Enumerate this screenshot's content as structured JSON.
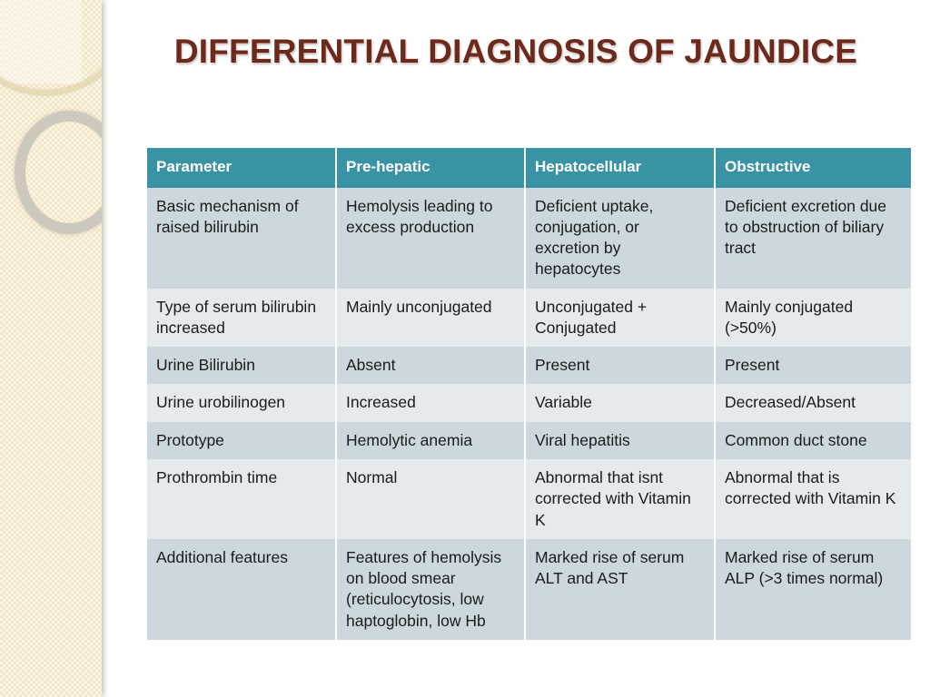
{
  "slide": {
    "title": "DIFFERENTIAL DIAGNOSIS OF JAUNDICE",
    "title_color": "#6d2a1c",
    "background_color": "#ffffff",
    "sidebar": {
      "background_color": "#f3e6c6",
      "decor": [
        {
          "name": "gold-ring",
          "color": "#e8dcb4"
        },
        {
          "name": "silver-ring",
          "color": "#c0beb6"
        }
      ]
    }
  },
  "table": {
    "header_background": "#3a93a5",
    "header_text_color": "#ffffff",
    "row_dark_background": "#ccd8dd",
    "row_light_background": "#e5eaee",
    "columns": [
      "Parameter",
      "Pre-hepatic",
      "Hepatocellular",
      "Obstructive"
    ],
    "rows": [
      {
        "parameter": "Basic mechanism of raised bilirubin",
        "pre_hepatic": "Hemolysis leading to excess production",
        "hepatocellular": "Deficient uptake, conjugation,  or excretion by hepatocytes",
        "obstructive": "Deficient excretion due to obstruction of biliary  tract"
      },
      {
        "parameter": "Type of serum bilirubin increased",
        "pre_hepatic": "Mainly unconjugated",
        "hepatocellular": "Unconjugated + Conjugated",
        "obstructive": "Mainly conjugated (>50%)"
      },
      {
        "parameter": "Urine Bilirubin",
        "pre_hepatic": "Absent",
        "hepatocellular": "Present",
        "obstructive": "Present"
      },
      {
        "parameter": "Urine urobilinogen",
        "pre_hepatic": "Increased",
        "hepatocellular": "Variable",
        "obstructive": "Decreased/Absent"
      },
      {
        "parameter": "Prototype",
        "pre_hepatic": "Hemolytic anemia",
        "hepatocellular": "Viral hepatitis",
        "obstructive": "Common duct stone"
      },
      {
        "parameter": "Prothrombin time",
        "pre_hepatic": "Normal",
        "hepatocellular": "Abnormal that isnt corrected with Vitamin K",
        "obstructive": "Abnormal that is corrected with Vitamin K"
      },
      {
        "parameter": "Additional features",
        "pre_hepatic": "Features of hemolysis on blood smear (reticulocytosis, low haptoglobin, low Hb",
        "hepatocellular": "Marked rise of serum ALT and AST",
        "obstructive": "Marked rise of serum ALP (>3 times normal)"
      }
    ]
  }
}
